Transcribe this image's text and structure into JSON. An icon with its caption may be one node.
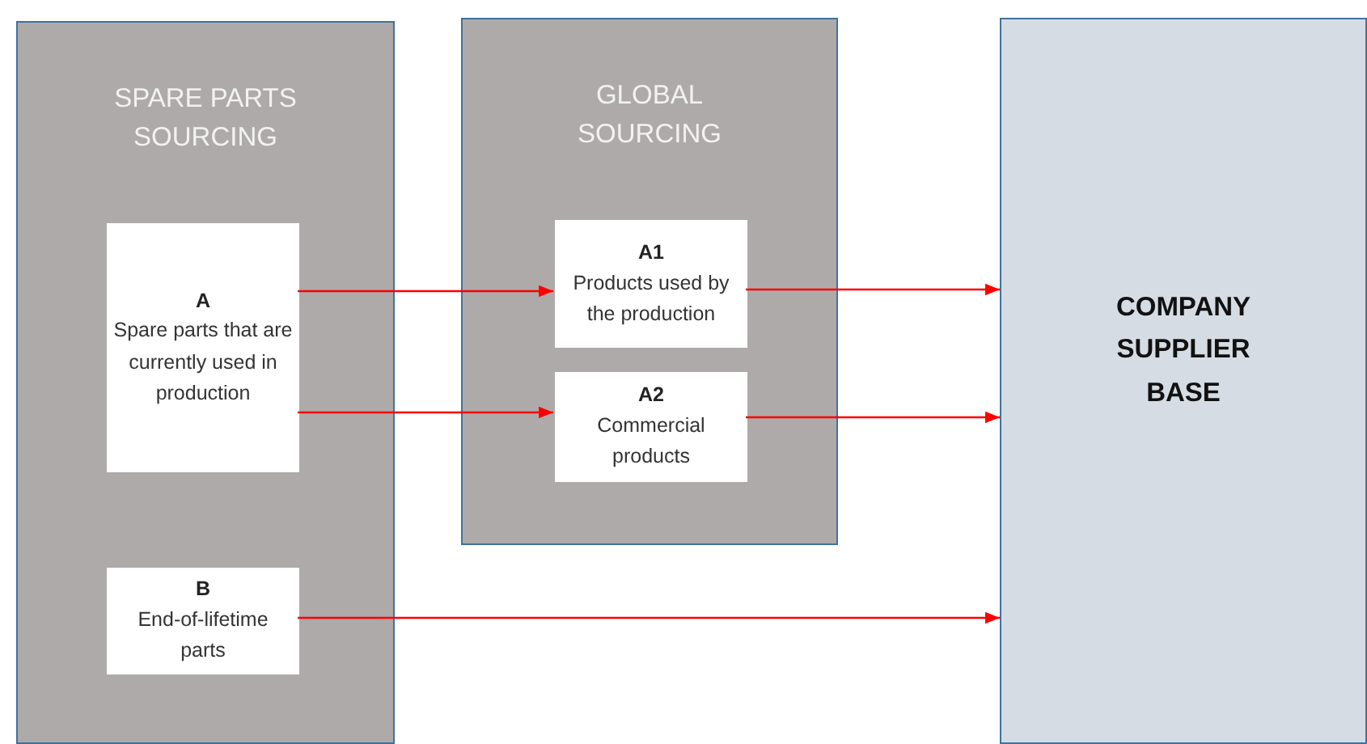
{
  "diagram": {
    "nodes": [
      {
        "text": [
          "SPARE PARTS SOURCING"
        ]
      },
      {
        "text": [
          "A",
          "Spare parts that are currently used in production"
        ],
        "in": 0
      },
      {
        "text": [
          "B",
          "End-of-lifetime parts"
        ],
        "in": 0
      },
      {
        "text": [
          "GLOBAL SOURCING"
        ]
      },
      {
        "text": [
          "A1",
          "Products used by the production"
        ],
        "in": 3
      },
      {
        "text": [
          "A2",
          "Commercial products"
        ],
        "in": 3
      },
      {
        "text": [
          "COMPANY SUPPLIER BASE"
        ]
      }
    ],
    "edges": [
      {
        "from": 1,
        "to": 4,
        "arrow": "to"
      },
      {
        "from": 1,
        "to": 5,
        "arrow": "to"
      },
      {
        "from": 4,
        "to": 6,
        "arrow": "to"
      },
      {
        "from": 5,
        "to": 6,
        "arrow": "to"
      },
      {
        "from": 2,
        "to": 6,
        "arrow": "to"
      }
    ]
  }
}
